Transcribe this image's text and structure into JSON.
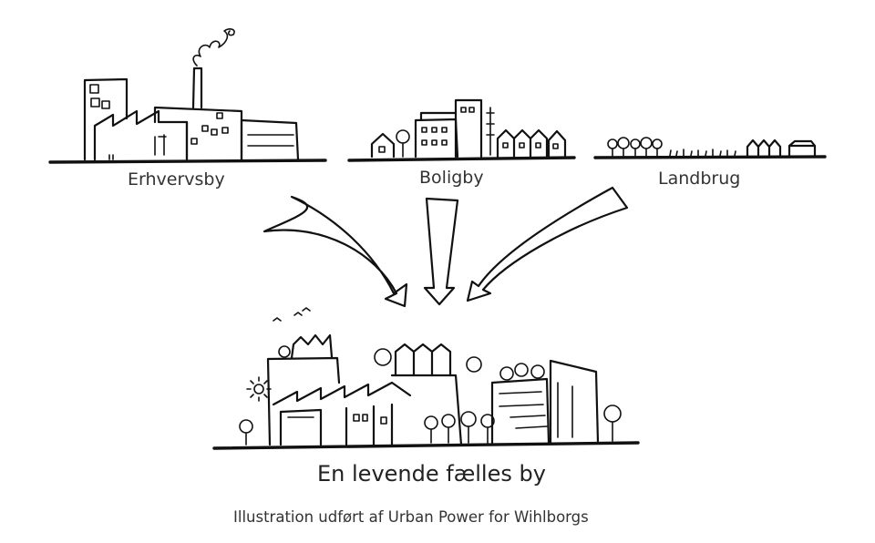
{
  "labels": {
    "industrial_city": "Erhvervsby",
    "residential_city": "Boligby",
    "agriculture": "Landbrug",
    "combined_city": "En levende fælles by",
    "credit": "Illustration udført af Urban Power for Wihlborgs"
  },
  "colors": {
    "ink": "#111111",
    "background": "#ffffff"
  }
}
